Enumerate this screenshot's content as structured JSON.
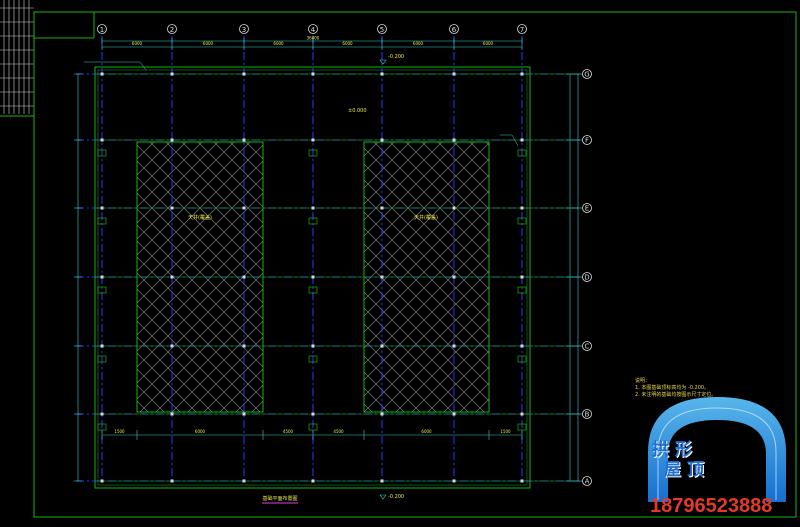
{
  "drawing": {
    "axes_numbers": [
      "1",
      "2",
      "3",
      "4",
      "5",
      "6",
      "7"
    ],
    "axes_letters": [
      "G",
      "F",
      "E",
      "D",
      "C",
      "B",
      "A"
    ],
    "top_dimensions": [
      "6000",
      "6000",
      "6000",
      "6000",
      "6000",
      "6000"
    ],
    "top_total": "36000",
    "elevation_top": "-0.200",
    "elevation_bottom": "-0.200",
    "elevation_mid": "±0.000",
    "hatched_area_left_label": "天井(覆盖)",
    "hatched_area_right_label": "天井(覆盖)",
    "bottom_dimensions": [
      "1500",
      "6000",
      "4500",
      "4500",
      "6000",
      "1500"
    ],
    "drawing_title": "基础平面布置图",
    "notes_title": "说明：",
    "notes": [
      "1. 本图基础顶标高均为 -0.200。",
      "2. 未注明的基础均按图示尺寸定位。"
    ],
    "colors": {
      "frame": "#19b219",
      "axis": "#2a3cff",
      "dim": "#35d0c8",
      "text": "#f0e84a",
      "hatch": "#8a8a8a",
      "column": "#d8d8d8",
      "title_underline": "#e040e0"
    }
  },
  "watermark": {
    "line1": "拱形",
    "line2": "屋顶",
    "phone": "18796523888"
  }
}
